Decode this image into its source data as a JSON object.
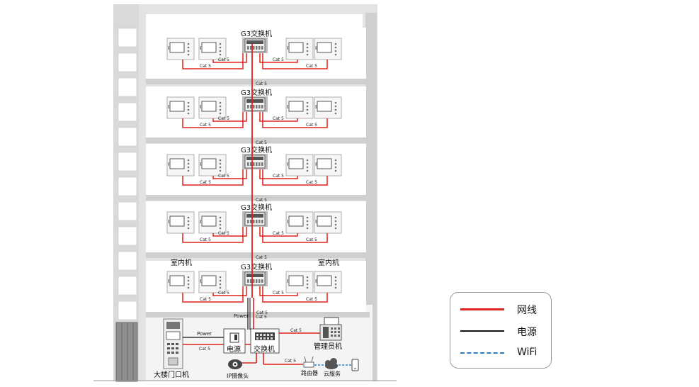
{
  "floors": [
    {
      "switch_label": "G3交换机",
      "cables": [
        "Cat 5",
        "Cat 5",
        "Cat 5",
        "Cat 5"
      ],
      "riser_label": "Cat 5"
    },
    {
      "switch_label": "G3交换机",
      "cables": [
        "Cat 5",
        "Cat 5",
        "Cat 5",
        "Cat 5"
      ],
      "riser_label": "Cat 5"
    },
    {
      "switch_label": "G3交换机",
      "cables": [
        "Cat 5",
        "Cat 5",
        "Cat 5",
        "Cat 5"
      ],
      "riser_label": "Cat 5"
    },
    {
      "switch_label": "G3交换机",
      "cables": [
        "Cat 5",
        "Cat 5",
        "Cat 5",
        "Cat 5"
      ],
      "riser_label": "Cat 5"
    },
    {
      "switch_label": "G3交换机",
      "cables": [
        "Cat 5",
        "Cat 5",
        "Cat 5",
        "Cat 5"
      ],
      "riser_label": "Cat 5"
    }
  ],
  "indoor_label_left": "室内机",
  "indoor_label_right": "室内机",
  "ground": {
    "power_riser": "Power",
    "cat_riser": "Cat 5",
    "power_supply": "电源",
    "switch": "交换机",
    "door_station": "大楼门口机",
    "door_power": "Power",
    "door_cat": "Cat 5",
    "manager": "管理员机",
    "manager_cat": "Cat 5",
    "camera": "IP摄像头",
    "router": "路由器",
    "router_cat": "Cat 5",
    "cloud": "云服务"
  },
  "legend": [
    {
      "label": "网线",
      "color": "#e0201c",
      "style": "solid"
    },
    {
      "label": "电源",
      "color": "#111111",
      "style": "solid"
    },
    {
      "label": "WiFi",
      "color": "#2f7fc0",
      "style": "dashed"
    }
  ],
  "colors": {
    "network": "#e0201c",
    "power": "#111111",
    "wifi": "#2f7fc0",
    "building": "#d9d9d9"
  }
}
